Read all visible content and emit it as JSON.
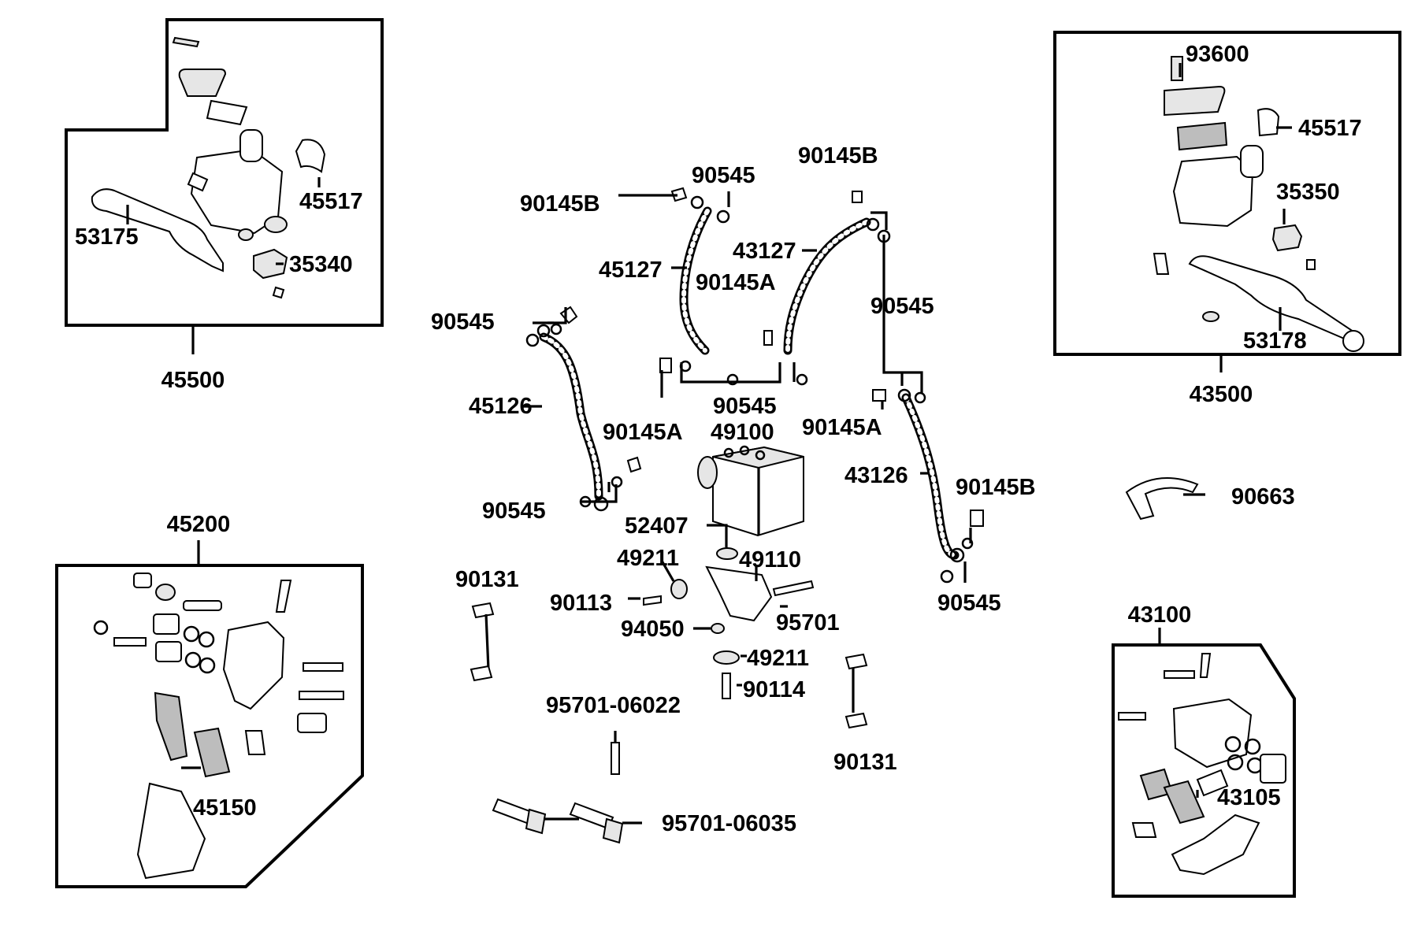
{
  "diagram": {
    "labels": {
      "l45500": "45500",
      "l45517a": "45517",
      "l53175": "53175",
      "l35340": "35340",
      "l93600": "93600",
      "l45517b": "45517",
      "l35350": "35350",
      "l53178": "53178",
      "l43500": "43500",
      "l90145b_1": "90145B",
      "l90545_top": "90545",
      "l90145b_2": "90145B",
      "l43127": "43127",
      "l45127": "45127",
      "l90145a_1": "90145A",
      "l90545_left": "90545",
      "l90545_right": "90545",
      "l45126": "45126",
      "l90545_mid": "90545",
      "l49100": "49100",
      "l90145a_2": "90145A",
      "l90145a_3": "90145A",
      "l43126": "43126",
      "l90145b_3": "90145B",
      "l90545_low": "90545",
      "l52407": "52407",
      "l49211_1": "49211",
      "l49110": "49110",
      "l90131_1": "90131",
      "l90113": "90113",
      "l95701": "95701",
      "l94050": "94050",
      "l49211_2": "49211",
      "l90114": "90114",
      "l95701_06022": "95701-06022",
      "l90131_2": "90131",
      "l90545_br": "90545",
      "l90663": "90663",
      "l45200": "45200",
      "l45150": "45150",
      "l43100": "43100",
      "l43105": "43105",
      "l95701_06035": "95701-06035"
    }
  }
}
